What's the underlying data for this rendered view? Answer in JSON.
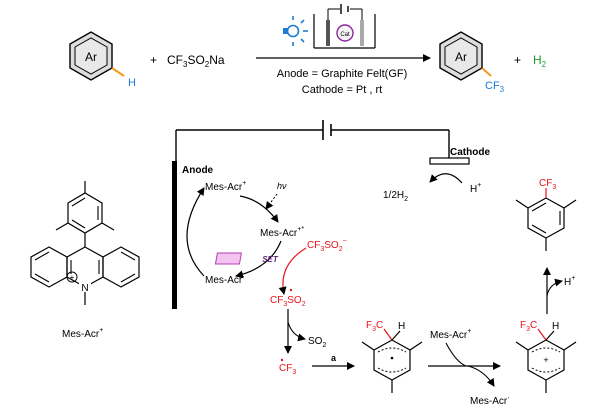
{
  "header": {
    "ar_label": "Ar",
    "h_label": "H",
    "plus": "+",
    "reagent_main": "CF",
    "reagent_sub": "3",
    "reagent_rest": "SO",
    "reagent_sub2": "2",
    "reagent_end": "Na",
    "cat_label": "Cat",
    "anode_condition": "Anode = Graphite Felt(GF)",
    "cathode_condition": "Cathode = Pt , rt",
    "product_ar": "Ar",
    "product_cf": "CF",
    "product_cf_sub": "3",
    "h2_main": "H",
    "h2_sub": "2"
  },
  "cycle": {
    "anode_label": "Anode",
    "cathode_label": "Cathode",
    "hv": "hν",
    "mes_acr_plus": "Mes-Acr",
    "mes_acr_plus_sup": "+",
    "mes_acr_star": "Mes-Acr",
    "mes_acr_star_sup": "+*",
    "mes_acr_rad": "Mes-Acr",
    "mes_acr_rad_sup": "·",
    "cf3so2_minus": "CF",
    "cf3so2_minus_3": "3",
    "cf3so2_minus_so": "SO",
    "cf3so2_minus_2": "2",
    "cf3so2_minus_sup": "−",
    "set_label": "SET",
    "cf3so2_rad": "CF",
    "cf3so2_rad_3": "3",
    "cf3so2_rad_so": "SO",
    "cf3so2_rad_2": "2",
    "so2_main": "SO",
    "so2_sub": "2",
    "cf3_rad": "CF",
    "cf3_rad_sub": "3",
    "a_label": "a",
    "half_h2": "1/2H",
    "half_h2_sub": "2",
    "h_plus": "H",
    "h_plus_sup": "+"
  },
  "intermediates": {
    "f3c": "F",
    "f3c_sub": "3",
    "f3c_c": "C",
    "h": "H",
    "mes_acr_ox": "Mes-Acr",
    "mes_acr_ox_sup": "+",
    "mes_acr_red": "Mes-Acr",
    "mes_acr_red_sup": "·",
    "cation_plus": "+",
    "h_plus": "H",
    "h_plus_sup": "+",
    "cf3_product": "CF",
    "cf3_product_sub": "3"
  },
  "catalyst": {
    "label": "Mes-Acr",
    "label_sup": "+",
    "n_label": "N",
    "n_charge": "+"
  },
  "colors": {
    "black": "#000000",
    "red": "#e8131b",
    "blue": "#1b7bd4",
    "green": "#1f9a2e",
    "orange": "#f29a1f",
    "set_fill": "#f3c4f0",
    "set_stroke": "#b23fb0",
    "cat_purple": "#8a2a9a"
  }
}
